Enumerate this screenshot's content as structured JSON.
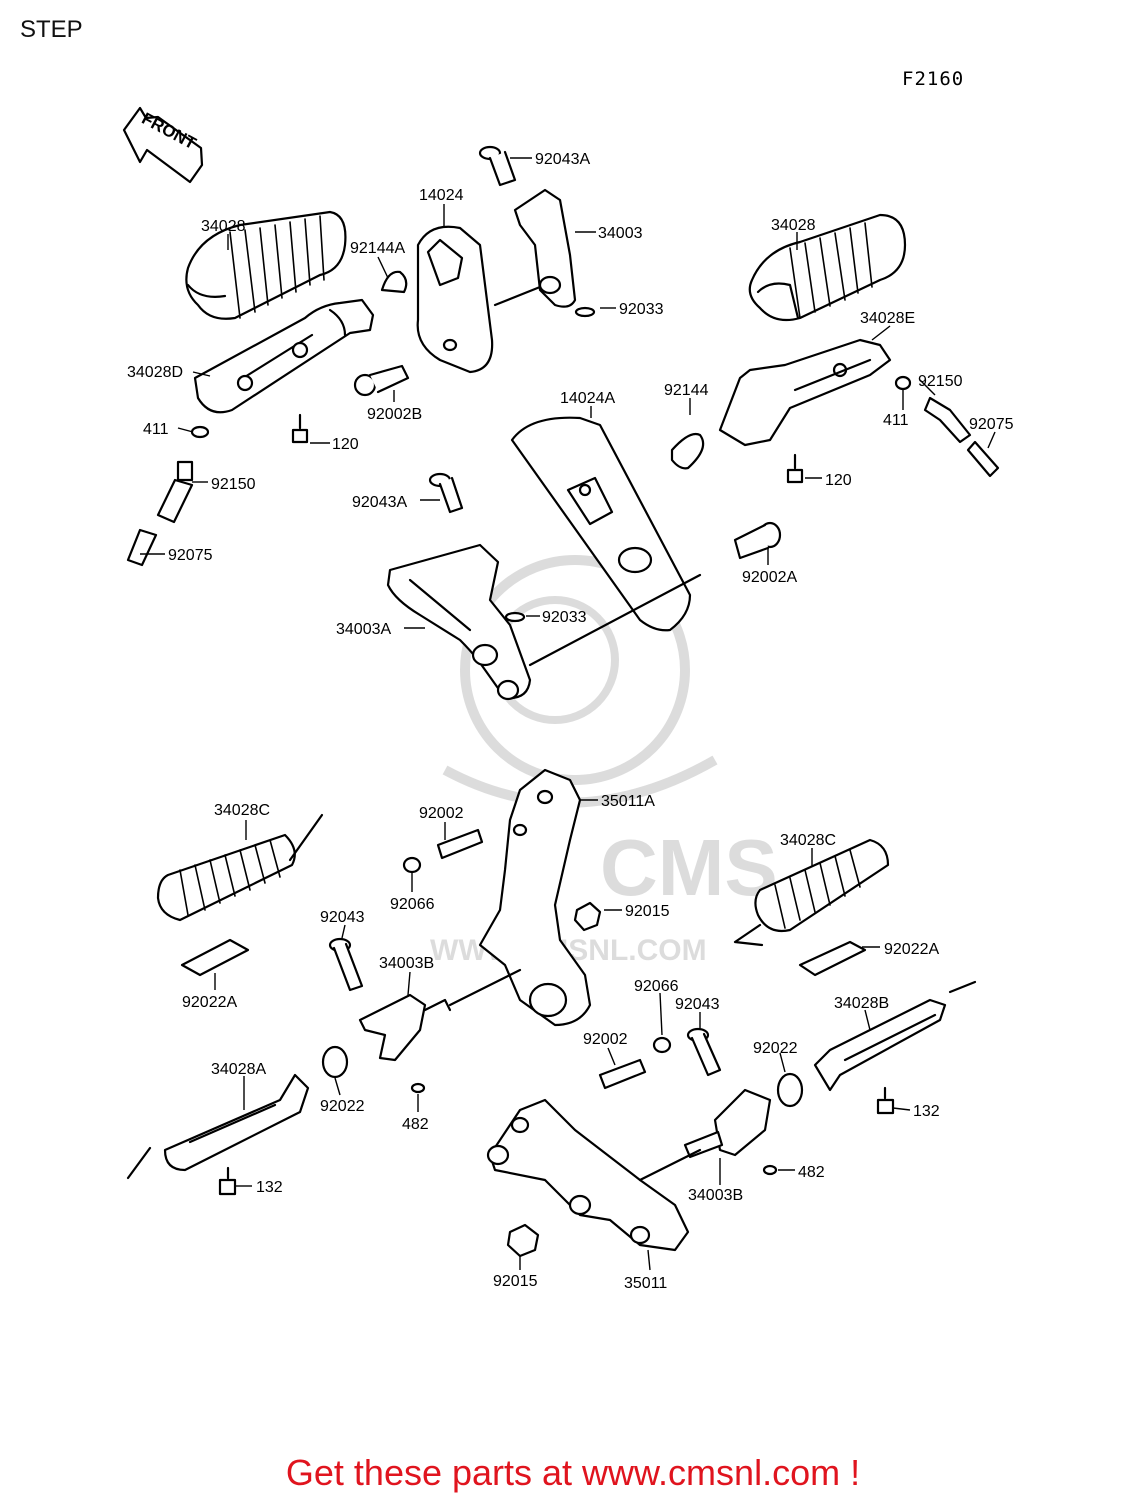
{
  "header": {
    "title": "STEP",
    "figure_code": "F2160"
  },
  "front_label": "FRONT",
  "parts": [
    {
      "id": "p1",
      "number": "92043A"
    },
    {
      "id": "p2",
      "number": "14024"
    },
    {
      "id": "p3",
      "number": "34003"
    },
    {
      "id": "p4",
      "number": "34028"
    },
    {
      "id": "p5",
      "number": "92144A"
    },
    {
      "id": "p6",
      "number": "92033"
    },
    {
      "id": "p7",
      "number": "34028"
    },
    {
      "id": "p8",
      "number": "34028E"
    },
    {
      "id": "p9",
      "number": "34028D"
    },
    {
      "id": "p10",
      "number": "92002B"
    },
    {
      "id": "p11",
      "number": "14024A"
    },
    {
      "id": "p12",
      "number": "92144"
    },
    {
      "id": "p13",
      "number": "92150"
    },
    {
      "id": "p14",
      "number": "411"
    },
    {
      "id": "p15",
      "number": "120"
    },
    {
      "id": "p16",
      "number": "411"
    },
    {
      "id": "p17",
      "number": "92075"
    },
    {
      "id": "p18",
      "number": "120"
    },
    {
      "id": "p19",
      "number": "92150"
    },
    {
      "id": "p20",
      "number": "92043A"
    },
    {
      "id": "p21",
      "number": "92075"
    },
    {
      "id": "p22",
      "number": "92002A"
    },
    {
      "id": "p23",
      "number": "92033"
    },
    {
      "id": "p24",
      "number": "34003A"
    },
    {
      "id": "p25",
      "number": "34028C"
    },
    {
      "id": "p26",
      "number": "92002"
    },
    {
      "id": "p27",
      "number": "35011A"
    },
    {
      "id": "p28",
      "number": "34028C"
    },
    {
      "id": "p29",
      "number": "92066"
    },
    {
      "id": "p30",
      "number": "92015"
    },
    {
      "id": "p31",
      "number": "92043"
    },
    {
      "id": "p32",
      "number": "92022A"
    },
    {
      "id": "p33",
      "number": "34003B"
    },
    {
      "id": "p34",
      "number": "92022A"
    },
    {
      "id": "p35",
      "number": "92066"
    },
    {
      "id": "p36",
      "number": "92043"
    },
    {
      "id": "p37",
      "number": "34028B"
    },
    {
      "id": "p38",
      "number": "34028A"
    },
    {
      "id": "p39",
      "number": "92002"
    },
    {
      "id": "p40",
      "number": "92022"
    },
    {
      "id": "p41",
      "number": "92022"
    },
    {
      "id": "p42",
      "number": "482"
    },
    {
      "id": "p43",
      "number": "132"
    },
    {
      "id": "p44",
      "number": "132"
    },
    {
      "id": "p45",
      "number": "482"
    },
    {
      "id": "p46",
      "number": "34003B"
    },
    {
      "id": "p47",
      "number": "92015"
    },
    {
      "id": "p48",
      "number": "35011"
    }
  ],
  "watermark": {
    "brand": "CMS",
    "url": "WWW.CMSNL.COM"
  },
  "footer": {
    "text": "Get these parts at www.cmsnl.com !",
    "color": "#e0141e"
  }
}
